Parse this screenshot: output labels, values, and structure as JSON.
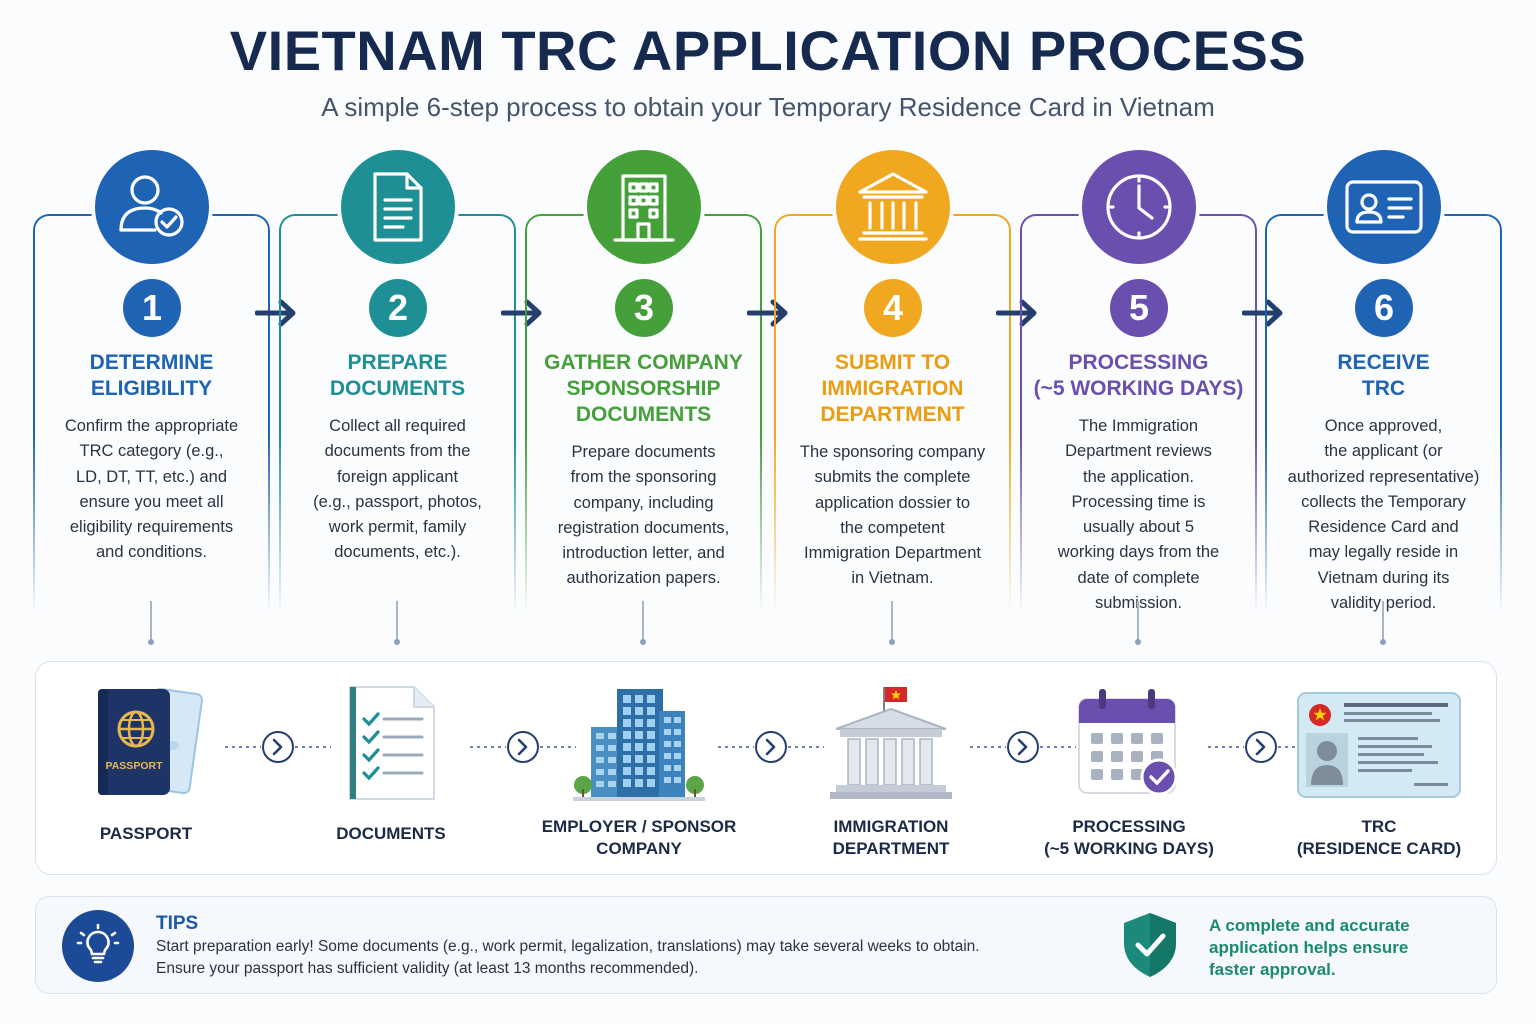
{
  "header": {
    "title": "VIETNAM TRC APPLICATION PROCESS",
    "subtitle": "A simple 6-step process to obtain your Temporary Residence Card in Vietnam"
  },
  "steps": [
    {
      "number": "1",
      "title_lines": [
        "DETERMINE",
        "ELIGIBILITY"
      ],
      "icon": "user-check-icon",
      "color": "#1f63b4",
      "description": [
        "Confirm the appropriate",
        "TRC category (e.g.,",
        "LD, DT, TT, etc.) and",
        "ensure you meet all",
        "eligibility requirements",
        "and conditions."
      ]
    },
    {
      "number": "2",
      "title_lines": [
        "PREPARE",
        "DOCUMENTS"
      ],
      "icon": "document-icon",
      "color": "#1e8f95",
      "description": [
        "Collect all required",
        "documents from the",
        "foreign applicant",
        "(e.g., passport, photos,",
        "work permit, family",
        "documents, etc.)."
      ]
    },
    {
      "number": "3",
      "title_lines": [
        "GATHER COMPANY",
        "SPONSORSHIP",
        "DOCUMENTS"
      ],
      "icon": "building-icon",
      "color": "#45a03a",
      "description": [
        "Prepare documents",
        "from the sponsoring",
        "company, including",
        "registration documents,",
        "introduction letter, and",
        "authorization papers."
      ]
    },
    {
      "number": "4",
      "title_lines": [
        "SUBMIT TO",
        "IMMIGRATION",
        "DEPARTMENT"
      ],
      "icon": "government-building-icon",
      "color": "#efa820",
      "description": [
        "The sponsoring company",
        "submits the complete",
        "application dossier to",
        "the competent",
        "Immigration Department",
        "in Vietnam."
      ]
    },
    {
      "number": "5",
      "title_lines": [
        "PROCESSING",
        "(~5 WORKING DAYS)"
      ],
      "icon": "clock-icon",
      "color": "#6a4fae",
      "description": [
        "The Immigration",
        "Department reviews",
        "the application.",
        "Processing time is",
        "usually about 5",
        "working days from the",
        "date of complete",
        "submission."
      ]
    },
    {
      "number": "6",
      "title_lines": [
        "RECEIVE",
        "TRC"
      ],
      "icon": "id-card-icon",
      "color": "#1f63b4",
      "description": [
        "Once approved,",
        "the applicant (or",
        "authorized representative)",
        "collects the Temporary",
        "Residence Card and",
        "may legally reside in",
        "Vietnam during its",
        "validity period."
      ]
    }
  ],
  "bottom_flow": [
    {
      "label_lines": [
        "PASSPORT"
      ],
      "icon": "passport-icon",
      "passport_text": "PASSPORT"
    },
    {
      "label_lines": [
        "DOCUMENTS"
      ],
      "icon": "checklist-icon"
    },
    {
      "label_lines": [
        "EMPLOYER / SPONSOR",
        "COMPANY"
      ],
      "icon": "office-tower-icon"
    },
    {
      "label_lines": [
        "IMMIGRATION",
        "DEPARTMENT"
      ],
      "icon": "courthouse-flag-icon"
    },
    {
      "label_lines": [
        "PROCESSING",
        "(~5 WORKING DAYS)"
      ],
      "icon": "calendar-check-icon"
    },
    {
      "label_lines": [
        "TRC",
        "(RESIDENCE CARD)"
      ],
      "icon": "residence-card-icon"
    }
  ],
  "tips": {
    "title": "TIPS",
    "lines": [
      "Start preparation early! Some documents (e.g., work permit, legalization, translations) may take several weeks to obtain.",
      "Ensure your passport has sufficient validity (at least 13 months recommended)."
    ],
    "icon": "lightbulb-icon",
    "note_lines": [
      "A complete and accurate",
      "application helps ensure",
      "faster approval."
    ],
    "note_icon": "shield-check-icon",
    "note_color": "#1b8a6f"
  },
  "colors": {
    "title": "#16294f",
    "arrow": "#243f6e"
  }
}
